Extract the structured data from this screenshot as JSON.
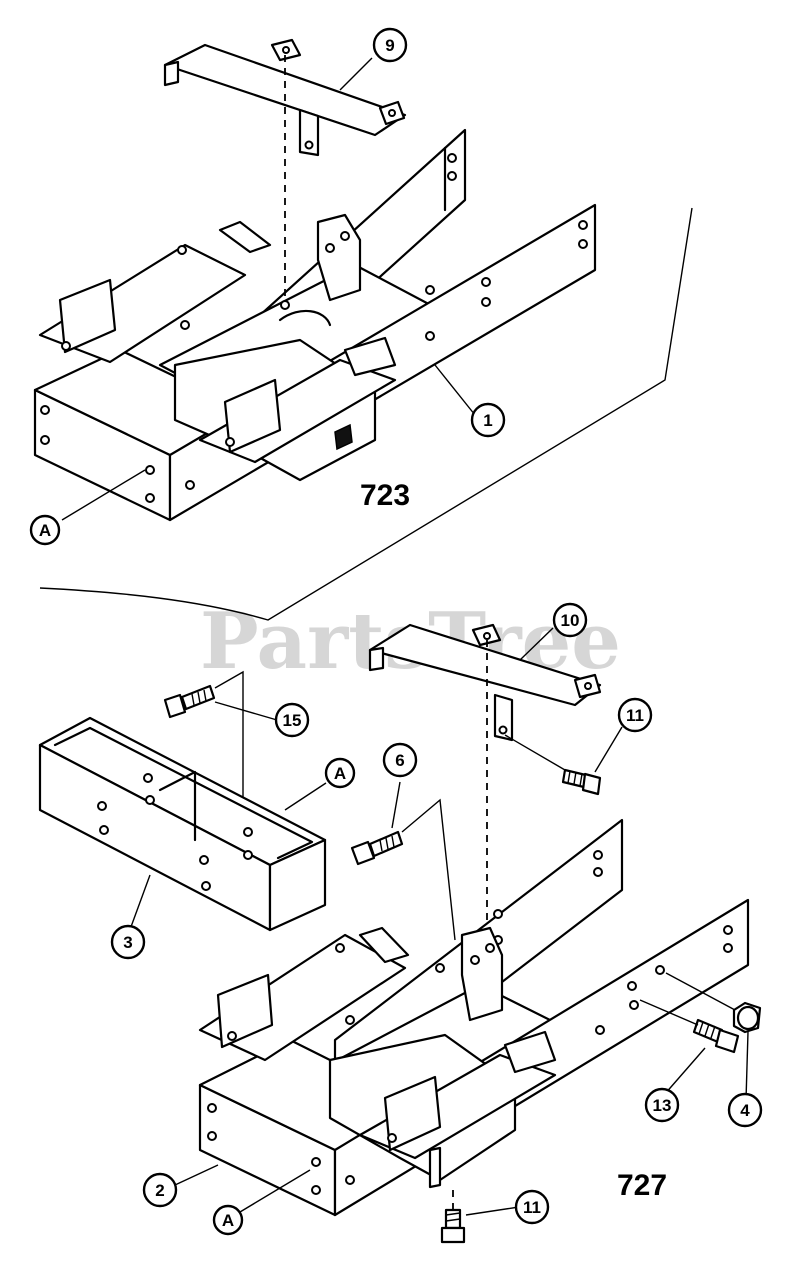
{
  "watermark": "PartsTree",
  "models": [
    {
      "id": "m723",
      "label": "723",
      "x": 0,
      "y": 0
    },
    {
      "id": "m727",
      "label": "727",
      "x": 0,
      "y": 0
    }
  ],
  "callouts": [
    {
      "id": "c9",
      "label": "9"
    },
    {
      "id": "c1",
      "label": "1"
    },
    {
      "id": "cA1",
      "label": "A"
    },
    {
      "id": "c10",
      "label": "10"
    },
    {
      "id": "c11a",
      "label": "11"
    },
    {
      "id": "c15",
      "label": "15"
    },
    {
      "id": "c6",
      "label": "6"
    },
    {
      "id": "cA2",
      "label": "A"
    },
    {
      "id": "c3",
      "label": "3"
    },
    {
      "id": "c13",
      "label": "13"
    },
    {
      "id": "c4",
      "label": "4"
    },
    {
      "id": "c2",
      "label": "2"
    },
    {
      "id": "cA3",
      "label": "A"
    },
    {
      "id": "c11b",
      "label": "11"
    }
  ]
}
